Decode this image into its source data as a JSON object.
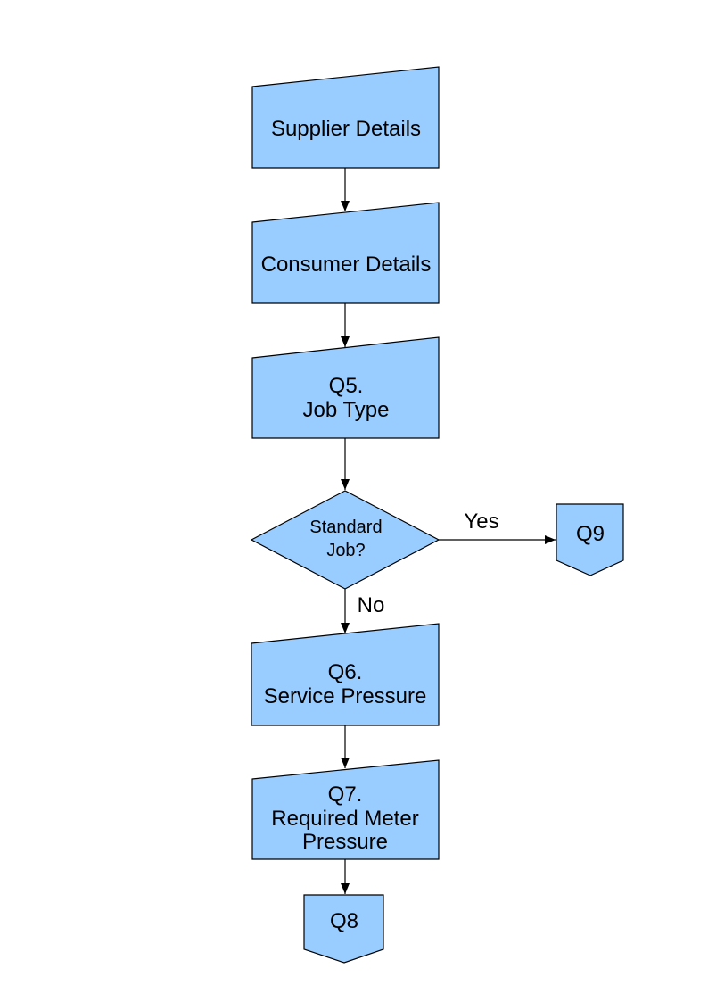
{
  "diagram": {
    "colors": {
      "node_fill": "#99CCFF",
      "node_stroke": "#000000",
      "connector": "#000000",
      "text": "#000000",
      "background": "#FFFFFF"
    },
    "nodes": {
      "supplier_details": {
        "shape": "manual-input",
        "lines": [
          "Supplier Details"
        ]
      },
      "consumer_details": {
        "shape": "manual-input",
        "lines": [
          "Consumer Details"
        ]
      },
      "q5": {
        "shape": "manual-input",
        "lines": [
          "Q5.",
          "Job Type"
        ]
      },
      "standard_job": {
        "shape": "decision",
        "lines": [
          "Standard",
          "Job?"
        ]
      },
      "q9": {
        "shape": "off-page-connector",
        "lines": [
          "Q9"
        ]
      },
      "q6": {
        "shape": "manual-input",
        "lines": [
          "Q6.",
          "Service Pressure"
        ]
      },
      "q7": {
        "shape": "manual-input",
        "lines": [
          "Q7.",
          "Required Meter",
          "Pressure"
        ]
      },
      "q8": {
        "shape": "off-page-connector",
        "lines": [
          "Q8"
        ]
      }
    },
    "edges": [
      {
        "from": "supplier_details",
        "to": "consumer_details",
        "label": ""
      },
      {
        "from": "consumer_details",
        "to": "q5",
        "label": ""
      },
      {
        "from": "q5",
        "to": "standard_job",
        "label": ""
      },
      {
        "from": "standard_job",
        "to": "q9",
        "label": "Yes"
      },
      {
        "from": "standard_job",
        "to": "q6",
        "label": "No"
      },
      {
        "from": "q6",
        "to": "q7",
        "label": ""
      },
      {
        "from": "q7",
        "to": "q8",
        "label": ""
      }
    ]
  }
}
